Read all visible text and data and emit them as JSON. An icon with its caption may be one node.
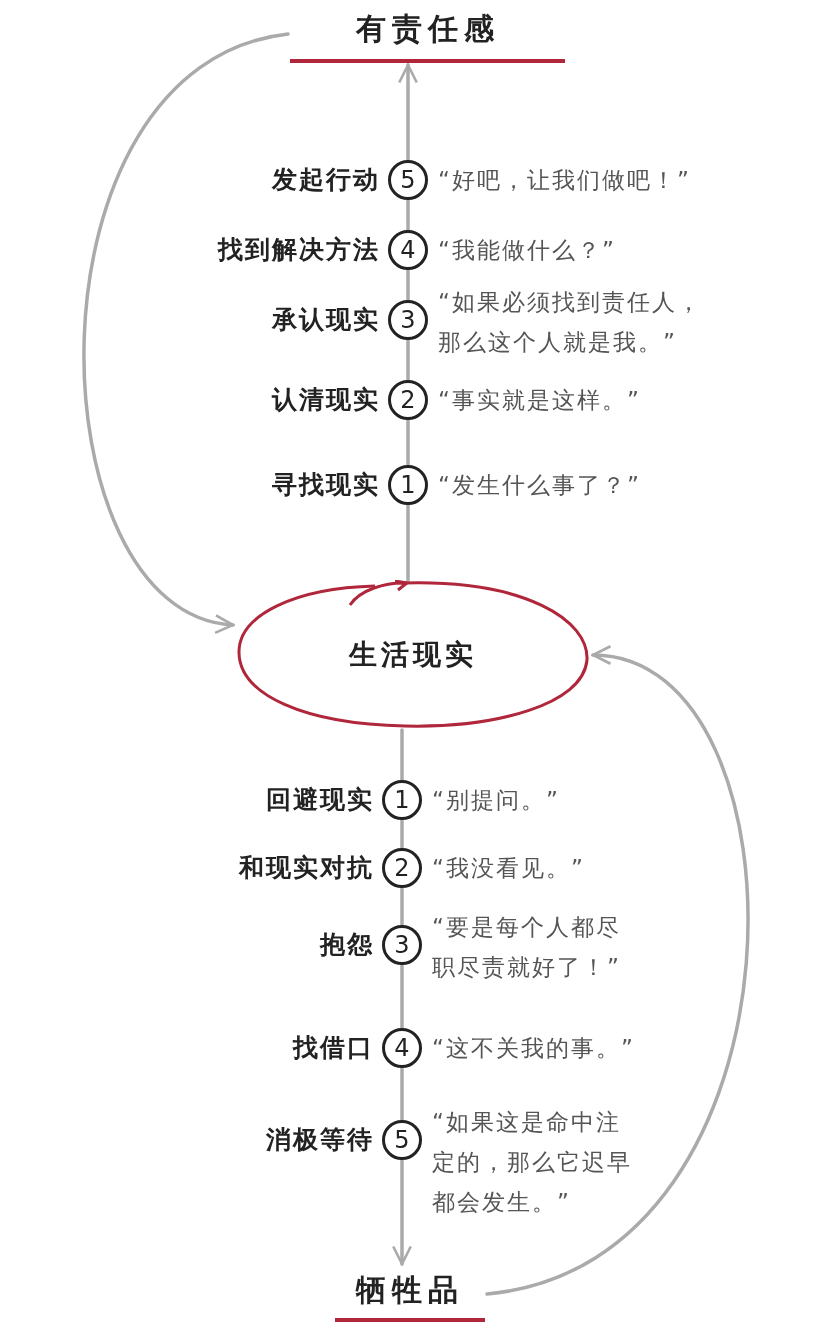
{
  "diagram": {
    "nodes": [
      {
        "text": [
          "有责任感"
        ]
      },
      {
        "text": [
          "5"
        ],
        "beside": [
          "发起行动",
          "“好吧，让我们做吧！”"
        ]
      },
      {
        "text": [
          "4"
        ],
        "beside": [
          "找到解决方法",
          "“我能做什么？”"
        ]
      },
      {
        "text": [
          "3"
        ],
        "beside": [
          "承认现实",
          "“如果必须找到责任人，那么这个人就是我。”"
        ]
      },
      {
        "text": [
          "2"
        ],
        "beside": [
          "认清现实",
          "“事实就是这样。”"
        ]
      },
      {
        "text": [
          "1"
        ],
        "beside": [
          "寻找现实",
          "“发生什么事了？”"
        ]
      },
      {
        "text": [
          "生活现实"
        ]
      },
      {
        "text": [
          "1"
        ],
        "beside": [
          "回避现实",
          "“别提问。”"
        ]
      },
      {
        "text": [
          "2"
        ],
        "beside": [
          "和现实对抗",
          "“我没看见。”"
        ]
      },
      {
        "text": [
          "3"
        ],
        "beside": [
          "抱怨",
          "“要是每个人都尽职尽责就好了！”"
        ]
      },
      {
        "text": [
          "4"
        ],
        "beside": [
          "找借口",
          "“这不关我的事。”"
        ]
      },
      {
        "text": [
          "5"
        ],
        "beside": [
          "消极等待",
          "“如果这是命中注定的，那么它迟早都会发生。”"
        ]
      },
      {
        "text": [
          "牺牲品"
        ]
      }
    ],
    "edges": [
      {
        "from": 6,
        "to": 5,
        "arrow": "none"
      },
      {
        "from": 5,
        "to": 4,
        "arrow": "none"
      },
      {
        "from": 4,
        "to": 3,
        "arrow": "none"
      },
      {
        "from": 3,
        "to": 2,
        "arrow": "none"
      },
      {
        "from": 2,
        "to": 1,
        "arrow": "none"
      },
      {
        "from": 1,
        "to": 0,
        "arrow": "to"
      },
      {
        "from": 6,
        "to": 7,
        "arrow": "none"
      },
      {
        "from": 7,
        "to": 8,
        "arrow": "none"
      },
      {
        "from": 8,
        "to": 9,
        "arrow": "none"
      },
      {
        "from": 9,
        "to": 10,
        "arrow": "none"
      },
      {
        "from": 10,
        "to": 11,
        "arrow": "none"
      },
      {
        "from": 11,
        "to": 12,
        "arrow": "to"
      },
      {
        "from": 0,
        "to": 6,
        "arrow": "to"
      },
      {
        "from": 12,
        "to": 6,
        "arrow": "to"
      }
    ]
  }
}
